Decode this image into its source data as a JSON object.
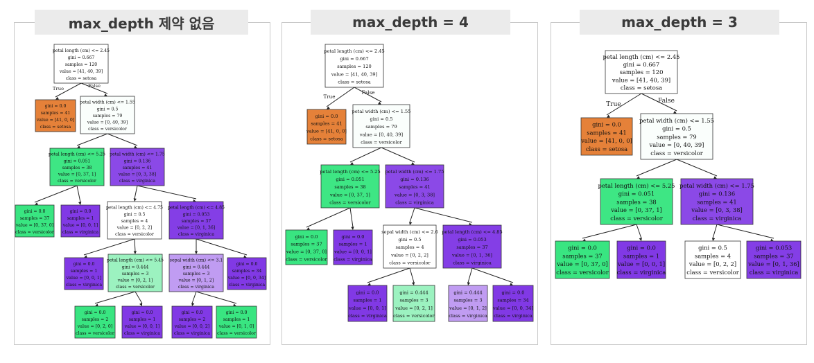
{
  "panels": [
    {
      "title": "max_depth 제약 없음",
      "edge_labels": {
        "true": "True",
        "false": "False"
      },
      "nodes": [
        {
          "id": "n0",
          "lines": [
            "petal length (cm) <= 2.45",
            "gini = 0.667",
            "samples = 120",
            "value = [41, 40, 39]",
            "class = setosa"
          ],
          "color": "#ffffff"
        },
        {
          "id": "n1",
          "lines": [
            "gini = 0.0",
            "samples = 41",
            "value = [41, 0, 0]",
            "class = setosa"
          ],
          "color": "#e58139"
        },
        {
          "id": "n2",
          "lines": [
            "petal width (cm) <= 1.55",
            "gini = 0.5",
            "samples = 79",
            "value = [0, 40, 39]",
            "class = versicolor"
          ],
          "color": "#fafefc"
        },
        {
          "id": "n3",
          "lines": [
            "petal length (cm) <= 5.25",
            "gini = 0.051",
            "samples = 38",
            "value = [0, 37, 1]",
            "class = versicolor"
          ],
          "color": "#3ee684"
        },
        {
          "id": "n4",
          "lines": [
            "petal width (cm) <= 1.75",
            "gini = 0.136",
            "samples = 41",
            "value = [0, 3, 38]",
            "class = virginica"
          ],
          "color": "#8b49e7"
        },
        {
          "id": "n5",
          "lines": [
            "gini = 0.0",
            "samples = 37",
            "value = [0, 37, 0]",
            "class = versicolor"
          ],
          "color": "#39e581"
        },
        {
          "id": "n6",
          "lines": [
            "gini = 0.0",
            "samples = 1",
            "value = [0, 0, 1]",
            "class = virginica"
          ],
          "color": "#8139e5"
        },
        {
          "id": "n7",
          "lines": [
            "petal length (cm) <= 4.75",
            "gini = 0.5",
            "samples = 4",
            "value = [0, 2, 2]",
            "class = versicolor"
          ],
          "color": "#ffffff"
        },
        {
          "id": "n8",
          "lines": [
            "petal length (cm) <= 4.85",
            "gini = 0.053",
            "samples = 37",
            "value = [0, 1, 36]",
            "class = virginica"
          ],
          "color": "#843ee6"
        },
        {
          "id": "n9",
          "lines": [
            "gini = 0.0",
            "samples = 1",
            "value = [0, 0, 1]",
            "class = virginica"
          ],
          "color": "#8139e5"
        },
        {
          "id": "n10",
          "lines": [
            "petal length (cm) <= 5.45",
            "gini = 0.444",
            "samples = 3",
            "value = [0, 2, 1]",
            "class = versicolor"
          ],
          "color": "#9cf2c0"
        },
        {
          "id": "n11",
          "lines": [
            "sepal width (cm) <= 3.1",
            "gini = 0.444",
            "samples = 3",
            "value = [0, 1, 2]",
            "class = virginica"
          ],
          "color": "#c09cf2"
        },
        {
          "id": "n12",
          "lines": [
            "gini = 0.0",
            "samples = 34",
            "value = [0, 0, 34]",
            "class = virginica"
          ],
          "color": "#8139e5"
        },
        {
          "id": "n13",
          "lines": [
            "gini = 0.0",
            "samples = 2",
            "value = [0, 2, 0]",
            "class = versicolor"
          ],
          "color": "#39e581"
        },
        {
          "id": "n14",
          "lines": [
            "gini = 0.0",
            "samples = 1",
            "value = [0, 0, 1]",
            "class = virginica"
          ],
          "color": "#8139e5"
        },
        {
          "id": "n15",
          "lines": [
            "gini = 0.0",
            "samples = 2",
            "value = [0, 0, 2]",
            "class = virginica"
          ],
          "color": "#8139e5"
        },
        {
          "id": "n16",
          "lines": [
            "gini = 0.0",
            "samples = 1",
            "value = [0, 1, 0]",
            "class = versicolor"
          ],
          "color": "#39e581"
        }
      ],
      "edges": [
        [
          "n0",
          "n1"
        ],
        [
          "n0",
          "n2"
        ],
        [
          "n2",
          "n3"
        ],
        [
          "n2",
          "n4"
        ],
        [
          "n3",
          "n5"
        ],
        [
          "n3",
          "n6"
        ],
        [
          "n4",
          "n7"
        ],
        [
          "n4",
          "n8"
        ],
        [
          "n7",
          "n9"
        ],
        [
          "n7",
          "n10"
        ],
        [
          "n8",
          "n11"
        ],
        [
          "n8",
          "n12"
        ],
        [
          "n10",
          "n13"
        ],
        [
          "n10",
          "n14"
        ],
        [
          "n11",
          "n15"
        ],
        [
          "n11",
          "n16"
        ]
      ]
    },
    {
      "title": "max_depth = 4",
      "edge_labels": {
        "true": "True",
        "false": "False"
      },
      "nodes": [
        {
          "id": "n0",
          "lines": [
            "petal length (cm) <= 2.45",
            "gini = 0.667",
            "samples = 120",
            "value = [41, 40, 39]",
            "class = setosa"
          ],
          "color": "#ffffff"
        },
        {
          "id": "n1",
          "lines": [
            "gini = 0.0",
            "samples = 41",
            "value = [41, 0, 0]",
            "class = setosa"
          ],
          "color": "#e58139"
        },
        {
          "id": "n2",
          "lines": [
            "petal width (cm) <= 1.55",
            "gini = 0.5",
            "samples = 79",
            "value = [0, 40, 39]",
            "class = versicolor"
          ],
          "color": "#fafefc"
        },
        {
          "id": "n3",
          "lines": [
            "petal length (cm) <= 5.25",
            "gini = 0.051",
            "samples = 38",
            "value = [0, 37, 1]",
            "class = versicolor"
          ],
          "color": "#3ee684"
        },
        {
          "id": "n4",
          "lines": [
            "petal width (cm) <= 1.75",
            "gini = 0.136",
            "samples = 41",
            "value = [0, 3, 38]",
            "class = virginica"
          ],
          "color": "#8b49e7"
        },
        {
          "id": "n5",
          "lines": [
            "gini = 0.0",
            "samples = 37",
            "value = [0, 37, 0]",
            "class = versicolor"
          ],
          "color": "#39e581"
        },
        {
          "id": "n6",
          "lines": [
            "gini = 0.0",
            "samples = 1",
            "value = [0, 0, 1]",
            "class = virginica"
          ],
          "color": "#8139e5"
        },
        {
          "id": "n7",
          "lines": [
            "sepal width (cm) <= 2.6",
            "gini = 0.5",
            "samples = 4",
            "value = [0, 2, 2]",
            "class = versicolor"
          ],
          "color": "#ffffff"
        },
        {
          "id": "n8",
          "lines": [
            "petal length (cm) <= 4.85",
            "gini = 0.053",
            "samples = 37",
            "value = [0, 1, 36]",
            "class = virginica"
          ],
          "color": "#843ee6"
        },
        {
          "id": "n9",
          "lines": [
            "gini = 0.0",
            "samples = 1",
            "value = [0, 0, 1]",
            "class = virginica"
          ],
          "color": "#8139e5"
        },
        {
          "id": "n10",
          "lines": [
            "gini = 0.444",
            "samples = 3",
            "value = [0, 2, 1]",
            "class = versicolor"
          ],
          "color": "#9cf2c0"
        },
        {
          "id": "n11",
          "lines": [
            "gini = 0.444",
            "samples = 3",
            "value = [0, 1, 2]",
            "class = virginica"
          ],
          "color": "#c09cf2"
        },
        {
          "id": "n12",
          "lines": [
            "gini = 0.0",
            "samples = 34",
            "value = [0, 0, 34]",
            "class = virginica"
          ],
          "color": "#8139e5"
        }
      ],
      "edges": [
        [
          "n0",
          "n1"
        ],
        [
          "n0",
          "n2"
        ],
        [
          "n2",
          "n3"
        ],
        [
          "n2",
          "n4"
        ],
        [
          "n3",
          "n5"
        ],
        [
          "n3",
          "n6"
        ],
        [
          "n4",
          "n7"
        ],
        [
          "n4",
          "n8"
        ],
        [
          "n7",
          "n9"
        ],
        [
          "n7",
          "n10"
        ],
        [
          "n8",
          "n11"
        ],
        [
          "n8",
          "n12"
        ]
      ]
    },
    {
      "title": "max_depth = 3",
      "edge_labels": {
        "true": "True",
        "false": "False"
      },
      "nodes": [
        {
          "id": "n0",
          "lines": [
            "petal length (cm) <= 2.45",
            "gini = 0.667",
            "samples = 120",
            "value = [41, 40, 39]",
            "class = setosa"
          ],
          "color": "#ffffff"
        },
        {
          "id": "n1",
          "lines": [
            "gini = 0.0",
            "samples = 41",
            "value = [41, 0, 0]",
            "class = setosa"
          ],
          "color": "#e58139"
        },
        {
          "id": "n2",
          "lines": [
            "petal width (cm) <= 1.55",
            "gini = 0.5",
            "samples = 79",
            "value = [0, 40, 39]",
            "class = versicolor"
          ],
          "color": "#fafefc"
        },
        {
          "id": "n3",
          "lines": [
            "petal length (cm) <= 5.25",
            "gini = 0.051",
            "samples = 38",
            "value = [0, 37, 1]",
            "class = versicolor"
          ],
          "color": "#3ee684"
        },
        {
          "id": "n4",
          "lines": [
            "petal width (cm) <= 1.75",
            "gini = 0.136",
            "samples = 41",
            "value = [0, 3, 38]",
            "class = virginica"
          ],
          "color": "#8b49e7"
        },
        {
          "id": "n5",
          "lines": [
            "gini = 0.0",
            "samples = 37",
            "value = [0, 37, 0]",
            "class = versicolor"
          ],
          "color": "#39e581"
        },
        {
          "id": "n6",
          "lines": [
            "gini = 0.0",
            "samples = 1",
            "value = [0, 0, 1]",
            "class = virginica"
          ],
          "color": "#8139e5"
        },
        {
          "id": "n7",
          "lines": [
            "gini = 0.5",
            "samples = 4",
            "value = [0, 2, 2]",
            "class = versicolor"
          ],
          "color": "#ffffff"
        },
        {
          "id": "n8",
          "lines": [
            "gini = 0.053",
            "samples = 37",
            "value = [0, 1, 36]",
            "class = virginica"
          ],
          "color": "#843ee6"
        }
      ],
      "edges": [
        [
          "n0",
          "n1"
        ],
        [
          "n0",
          "n2"
        ],
        [
          "n2",
          "n3"
        ],
        [
          "n2",
          "n4"
        ],
        [
          "n3",
          "n5"
        ],
        [
          "n3",
          "n6"
        ],
        [
          "n4",
          "n7"
        ],
        [
          "n4",
          "n8"
        ]
      ]
    }
  ]
}
